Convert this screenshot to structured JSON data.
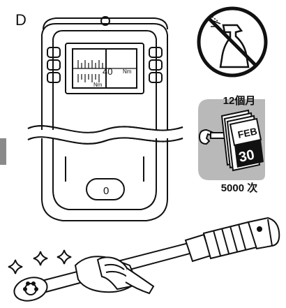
{
  "step": {
    "letter": "D"
  },
  "gauge": {
    "scale_value": "40",
    "scale_unit_right": "Nm",
    "scale_unit_bottom": "Nm",
    "button_digit": "0"
  },
  "calendar": {
    "month": "FEB",
    "day": "30",
    "period_label": "12個月",
    "cycles_label": "5000 次"
  },
  "icons": {
    "no_spray": "no-spray-cleaner-icon",
    "maintenance": "wrench-calendar-icon",
    "sparkle": "sparkle-icon",
    "cleaning": "hand-wiping-cloth-icon"
  },
  "colors": {
    "ink": "#111111",
    "badge_gray": "#b9b9b9",
    "panel_gray": "#9a9a9a",
    "background": "#ffffff"
  }
}
